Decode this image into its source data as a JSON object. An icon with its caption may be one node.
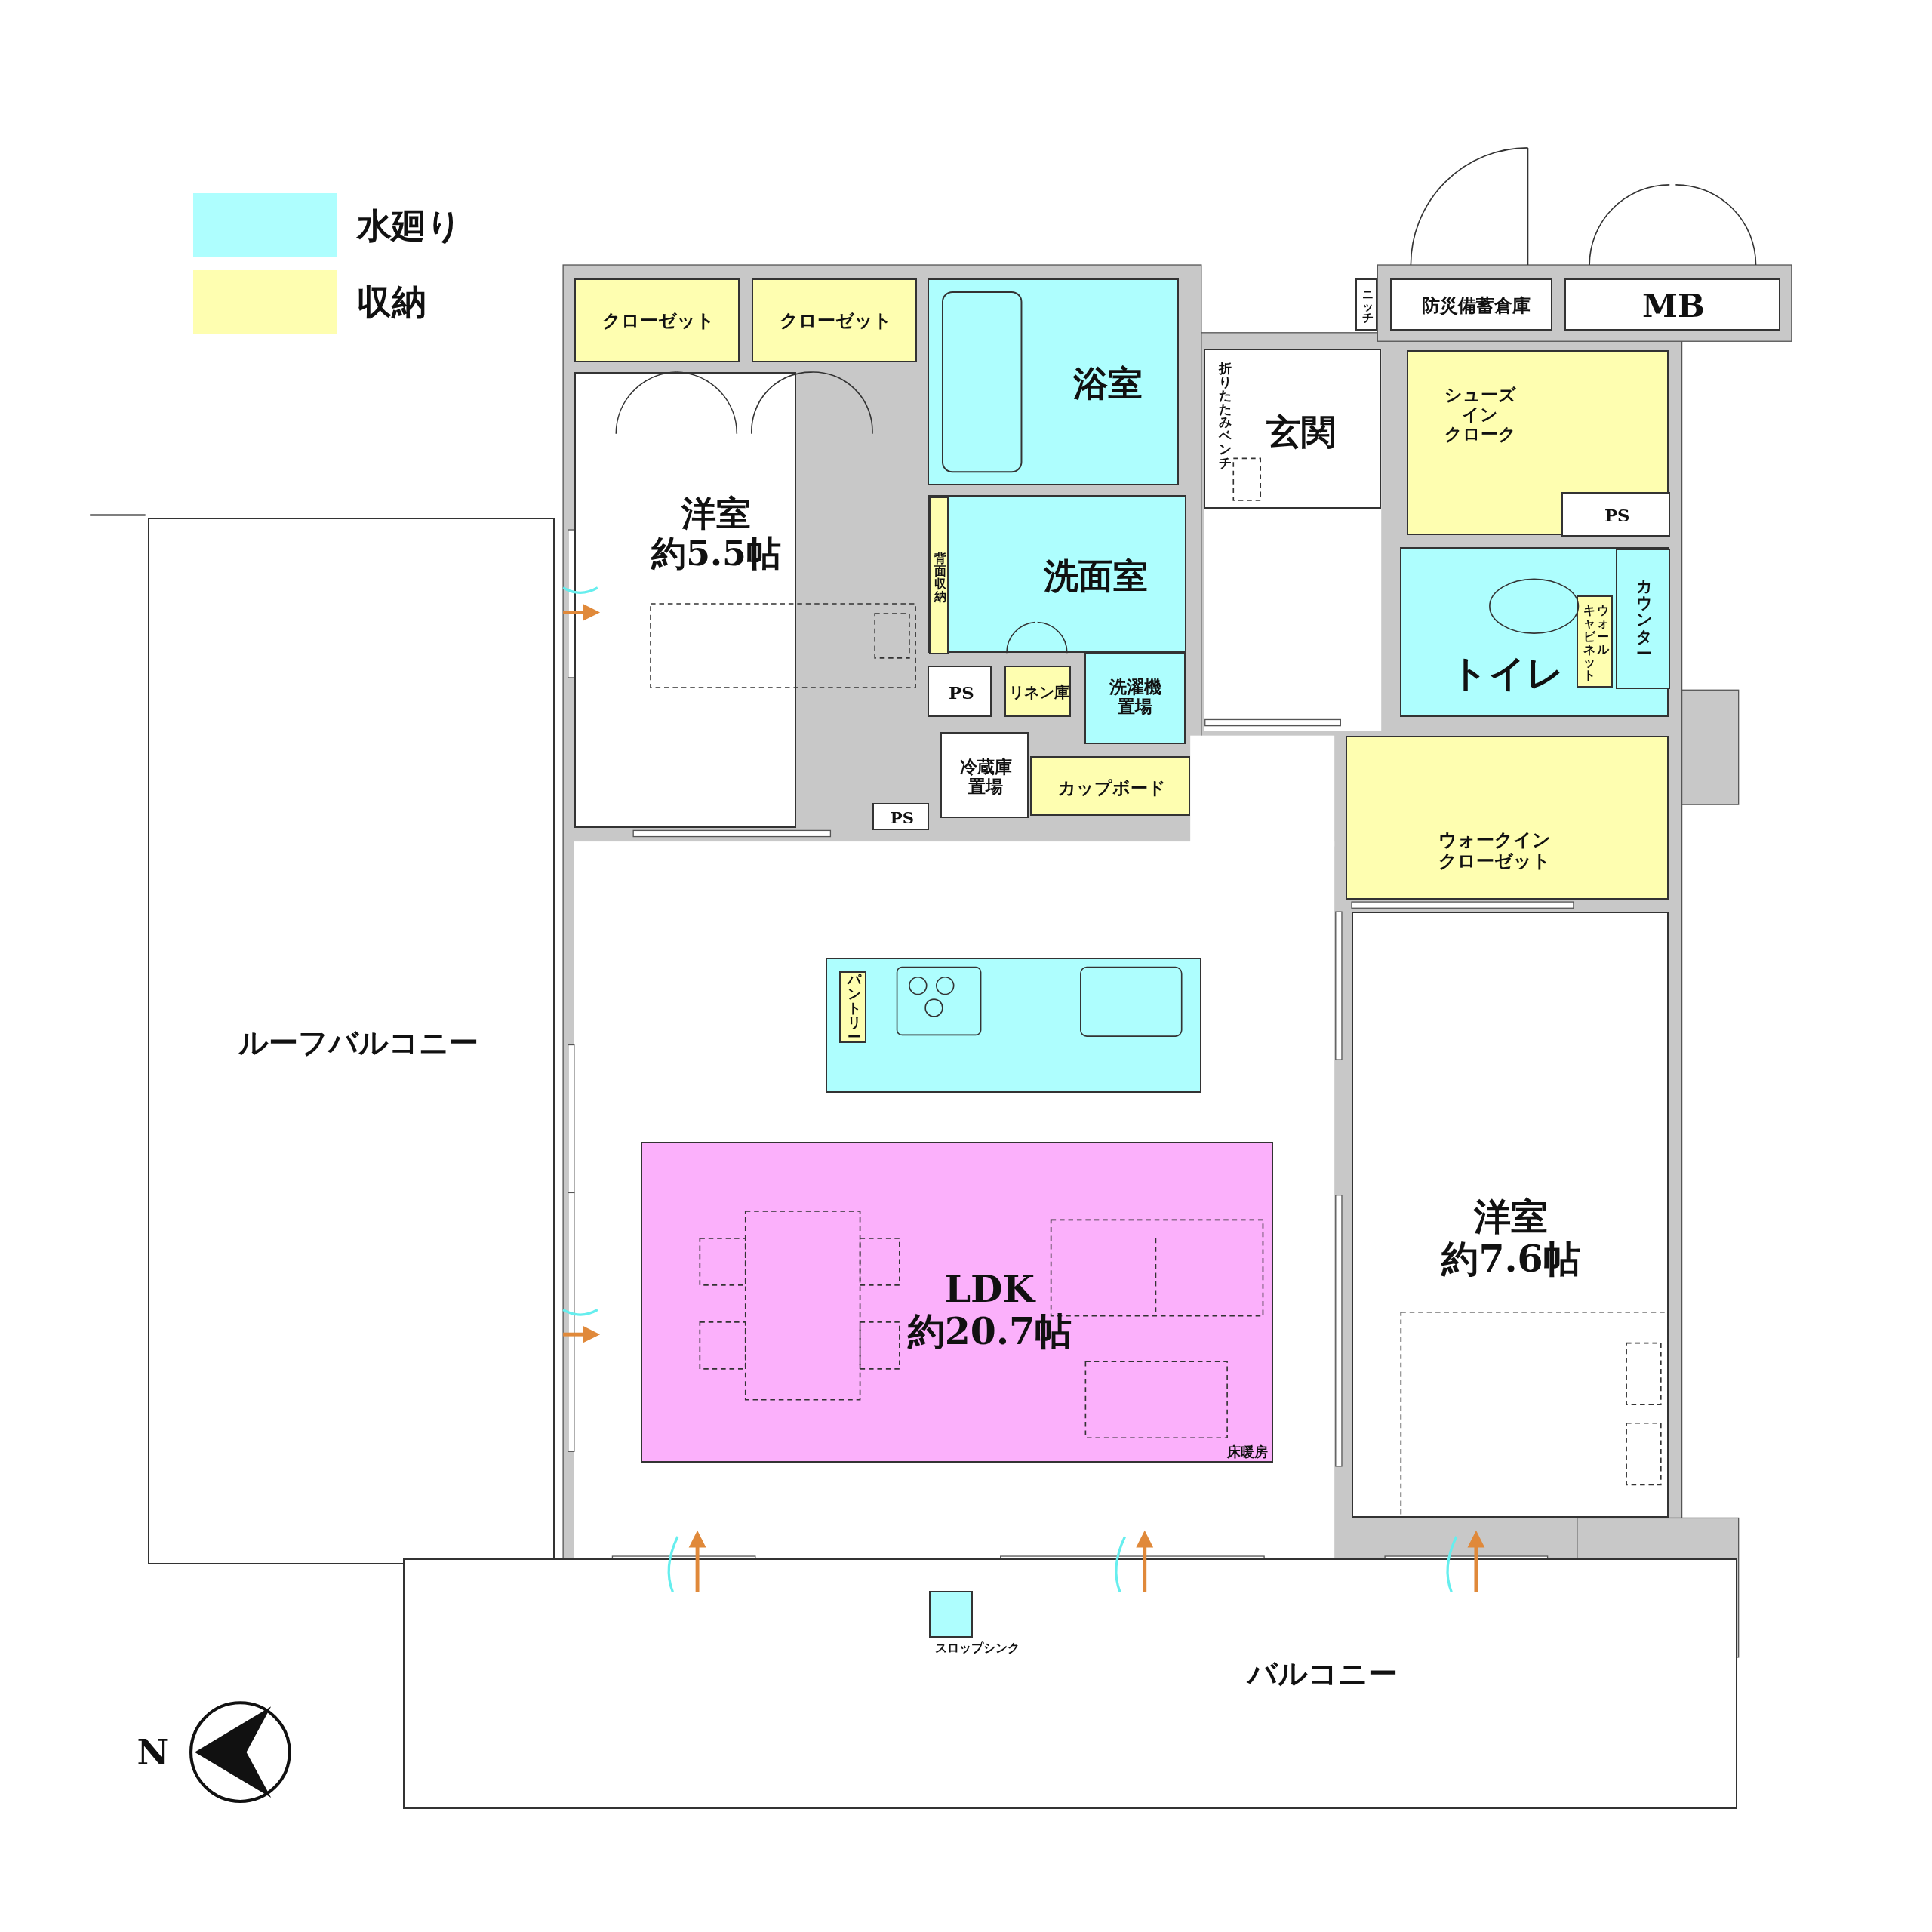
{
  "diagram": {
    "nodes": [
      {
        "text": [
          "クローゼット"
        ]
      },
      {
        "text": [
          "クローゼット"
        ]
      },
      {
        "text": [
          "洋室約5.5帖"
        ]
      },
      {
        "text": [
          "浴室"
        ]
      },
      {
        "text": [
          "折りたたみベンチ",
          "玄関"
        ]
      },
      {
        "text": [
          "ニッチ"
        ]
      },
      {
        "text": [
          "防災備蓄倉庫"
        ]
      },
      {
        "text": [
          "MB"
        ]
      },
      {
        "text": [
          "シューズインクローク"
        ]
      },
      {
        "text": [
          "PS"
        ],
        "in": 8
      },
      {
        "text": [
          "洗面室"
        ]
      },
      {
        "text": [
          "背面収納"
        ],
        "in": 10
      },
      {
        "text": [
          "トイレ"
        ]
      },
      {
        "text": [
          "ウォールキャビネット"
        ],
        "in": 12
      },
      {
        "text": [
          "カウンター"
        ],
        "in": 12
      },
      {
        "text": [
          "PS"
        ]
      },
      {
        "text": [
          "リネン庫"
        ]
      },
      {
        "text": [
          "洗濯機置場"
        ]
      },
      {
        "text": [
          "冷蔵庫置場"
        ]
      },
      {
        "text": [
          "カップボード"
        ]
      },
      {
        "text": [
          "PS"
        ]
      },
      {
        "text": [
          "ウォークインクローゼット"
        ]
      },
      {
        "text": [],
        "shape": "box"
      },
      {
        "text": [
          "パントリー"
        ],
        "in": 22
      },
      {
        "text": [
          "LDK約20.7帖",
          "床暖房"
        ]
      },
      {
        "text": [
          "洋室約7.6帖"
        ]
      },
      {
        "text": [
          "ルーフバルコニー"
        ]
      },
      {
        "text": [
          "バルコニー"
        ]
      },
      {
        "text": [],
        "shape": "box",
        "in": 27,
        "beside": [
          "スロップシンク"
        ]
      }
    ],
    "labels": [
      "N"
    ],
    "legend": [
      {
        "text": "水廻り",
        "color": "#aefefe"
      },
      {
        "text": "収納",
        "color": "#fefeb0"
      }
    ]
  }
}
